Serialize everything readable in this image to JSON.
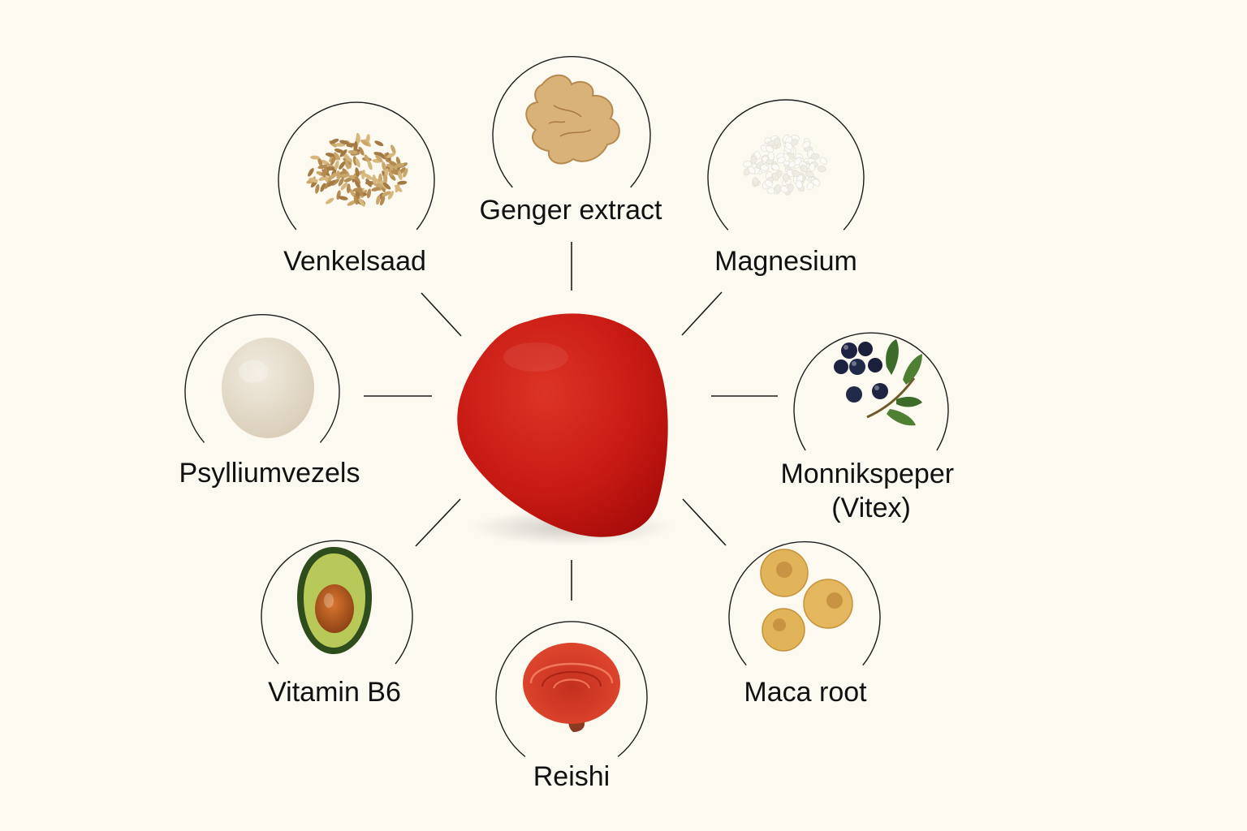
{
  "center": {
    "name": "gummy",
    "color": "#c81a14"
  },
  "ingredients": [
    {
      "key": "ginger",
      "label": "Genger extract",
      "icon": "ginger-root-icon"
    },
    {
      "key": "magnesium",
      "label": "Magnesium",
      "icon": "white-granules-icon"
    },
    {
      "key": "vitex",
      "label_lines": [
        "Monnikspeper",
        "(Vitex)"
      ],
      "icon": "berries-branch-icon"
    },
    {
      "key": "maca",
      "label": "Maca root",
      "icon": "maca-roots-icon"
    },
    {
      "key": "reishi",
      "label": "Reishi",
      "icon": "reishi-mushroom-icon"
    },
    {
      "key": "b6",
      "label": "Vitamin B6",
      "icon": "avocado-icon"
    },
    {
      "key": "psyllium",
      "label": "Psylliumvezels",
      "icon": "powder-ball-icon"
    },
    {
      "key": "fennel",
      "label": "Venkelsaad",
      "icon": "fennel-seeds-icon"
    }
  ]
}
